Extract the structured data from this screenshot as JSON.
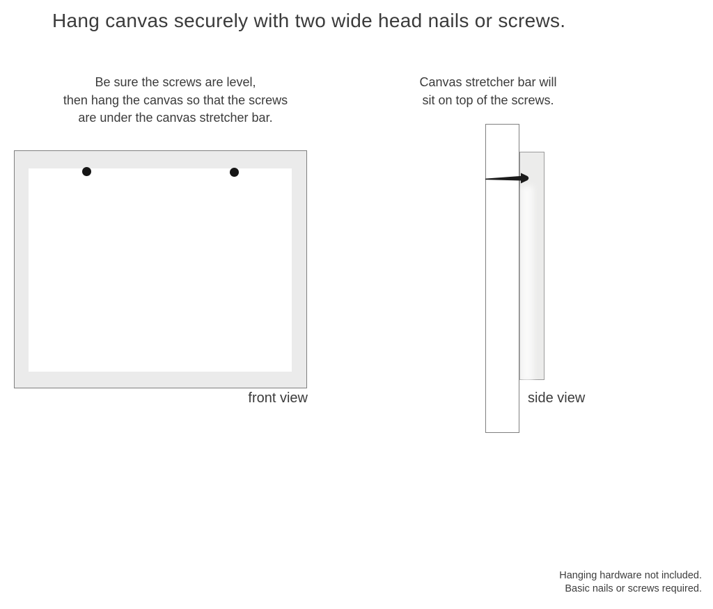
{
  "title": "Hang canvas securely with two wide head nails or screws.",
  "instructions": {
    "front": {
      "lines": [
        "Be sure the screws are level,",
        "then hang the canvas so that the screws",
        "are under the canvas stretcher bar."
      ]
    },
    "side": {
      "lines": [
        "Canvas stretcher bar will",
        "sit on top of the screws."
      ]
    }
  },
  "diagrams": {
    "front": {
      "label": "front view",
      "screw_count": 2
    },
    "side": {
      "label": "side view",
      "nail_count": 1
    }
  },
  "footer": {
    "lines": [
      "Hanging hardware not included.",
      "Basic nails or screws required."
    ]
  },
  "colors": {
    "background": "#ffffff",
    "text": "#3b3b3b",
    "canvas_frame_fill": "#ebebeb",
    "frame_border": "#7f7f7f",
    "side_canvas_border": "#9a9a9a",
    "screw_and_nail": "#161616"
  }
}
